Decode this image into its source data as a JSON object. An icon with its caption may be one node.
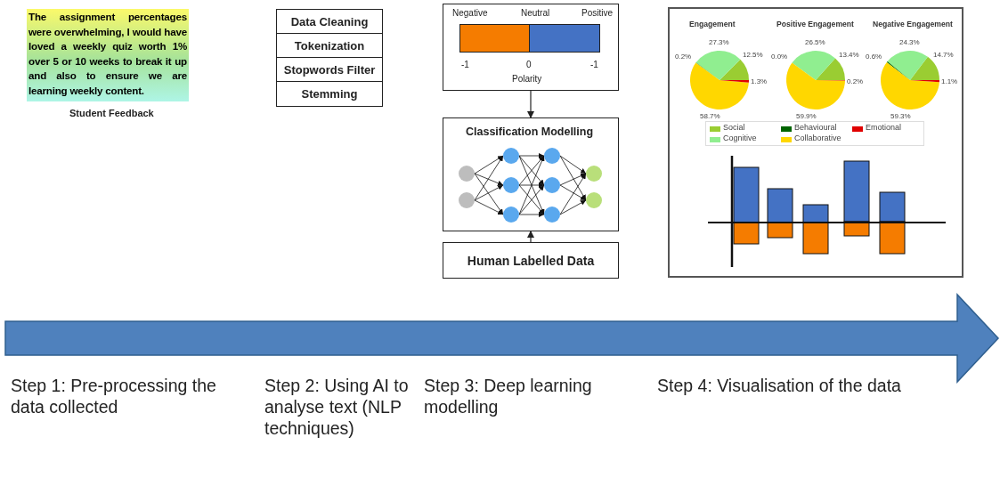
{
  "diagram": {
    "nodes": [
      {
        "text": [
          "The assignment percentages were overwhelming, I would have loved a weekly quiz worth 1% over 5 or 10 weeks to break it up and also to ensure we are learning weekly content."
        ],
        "beside": [
          "Student Feedback"
        ]
      },
      {
        "text": [
          "Data Cleaning"
        ]
      },
      {
        "text": [
          "Tokenization"
        ]
      },
      {
        "text": [
          "Stopwords Filter"
        ]
      },
      {
        "text": [
          "Stemming"
        ]
      },
      {
        "text": [
          "Negative",
          "Neutral",
          "Positive",
          "-1",
          "0",
          "-1",
          "Polarity"
        ]
      },
      {
        "text": [
          "Classification Modelling"
        ]
      },
      {
        "text": [
          "Human Labelled Data"
        ]
      },
      {
        "text": [],
        "shape": "box"
      }
    ],
    "edges": [
      {
        "from": 5,
        "to": 6,
        "arrow": "to"
      },
      {
        "from": 7,
        "to": 6,
        "arrow": "to"
      }
    ],
    "labels": [
      "Engagement",
      "Positive Engagement",
      "Negative Engagement",
      "27.3%",
      "0.2%",
      "12.5%",
      "1.3%",
      "58.7%",
      "26.5%",
      "0.0%",
      "13.4%",
      "0.2%",
      "59.9%",
      "24.3%",
      "0.6%",
      "14.7%",
      "1.1%",
      "59.3%",
      "Step 1: Pre-processing the data collected",
      "Step 2: Using AI to analyse text (NLP techniques)",
      "Step 3: Deep learning modelling",
      "Step 4: Visualisation of the data"
    ],
    "legend": [
      {
        "text": "Social",
        "color": "#9acd32"
      },
      {
        "text": "Behavioural",
        "color": "#006400"
      },
      {
        "text": "Emotional",
        "color": "#e00000"
      },
      {
        "text": "Cognitive",
        "color": "#90ee90"
      },
      {
        "text": "Collaborative",
        "color": "#ffd700"
      }
    ]
  }
}
